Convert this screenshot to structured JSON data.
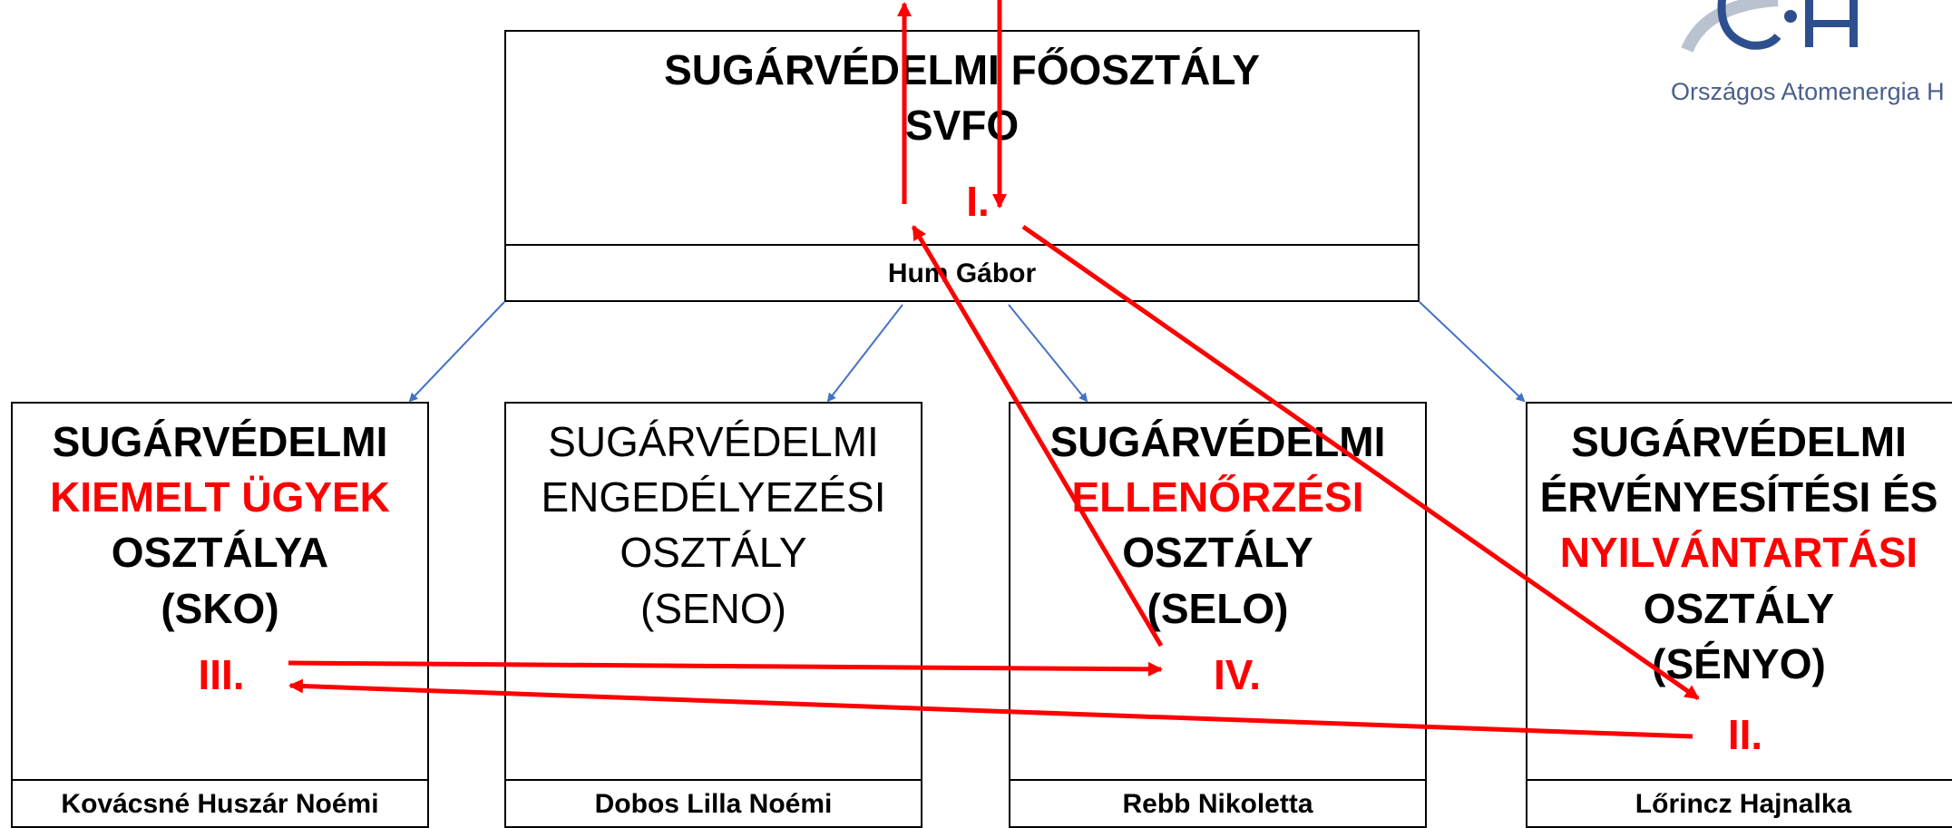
{
  "colors": {
    "accent_red": "#ff0000",
    "connector_blue": "#4472c4",
    "logo_blue": "#2e4f8f",
    "logo_grey": "#b9c3cf"
  },
  "logo": {
    "icon": "oah-logo-icon",
    "org_text": "Országos Atomenergia H"
  },
  "top_box": {
    "title": "SUGÁRVÉDELMI FŐOSZTÁLY",
    "abbr": "SVFO",
    "numeral": "I.",
    "head": "Hum Gábor"
  },
  "departments": [
    {
      "line1": "SUGÁRVÉDELMI",
      "line2": "KIEMELT ÜGYEK",
      "line3": "OSZTÁLYA",
      "line4": "(SKO)",
      "numeral": "III.",
      "head": "Kovácsné Huszár Noémi"
    },
    {
      "line1": "SUGÁRVÉDELMI",
      "line2": "ENGEDÉLYEZÉSI",
      "line3": "OSZTÁLY",
      "line4": "(SENO)",
      "head": "Dobos Lilla Noémi"
    },
    {
      "line1": "SUGÁRVÉDELMI",
      "line2": "ELLENŐRZÉSI",
      "line3": "OSZTÁLY",
      "line4": "(SELO)",
      "numeral": "IV.",
      "head": "Rebb Nikoletta"
    },
    {
      "line1": "SUGÁRVÉDELMI",
      "line2": "ÉRVÉNYESÍTÉSI ÉS",
      "line3": "NYILVÁNTARTÁSI",
      "line4": "OSZTÁLY",
      "line5": "(SÉNYO)",
      "numeral": "II.",
      "head": "Lőrincz Hajnalka"
    }
  ]
}
